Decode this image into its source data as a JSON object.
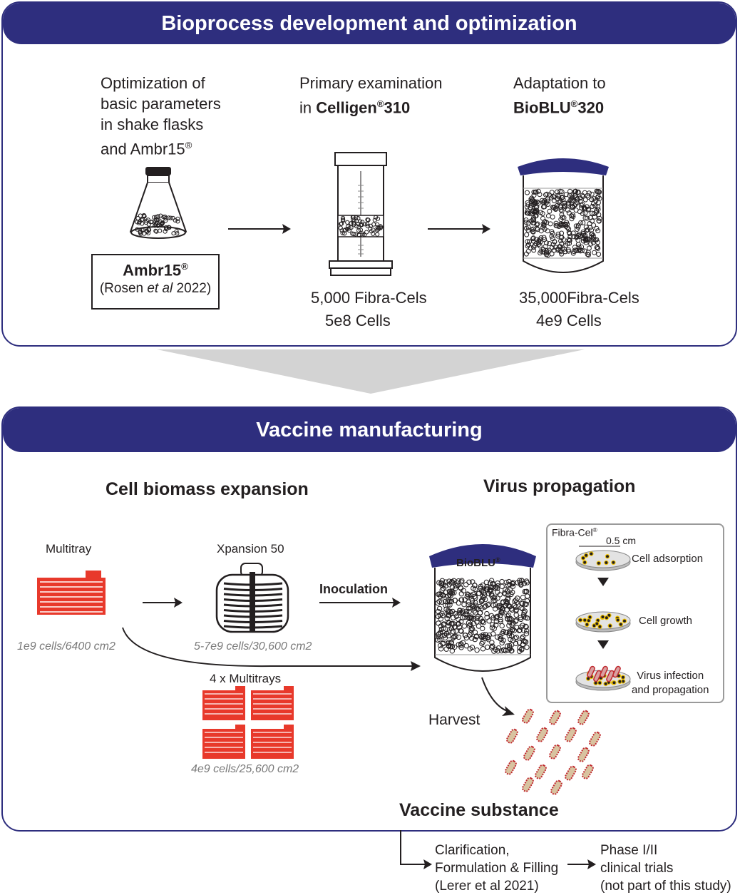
{
  "top": {
    "title": "Bioprocess development and optimization",
    "step1": {
      "line1": "Optimization of",
      "line2": "basic parameters",
      "line3": "in shake flasks",
      "line4": "and Ambr15",
      "reg": "®"
    },
    "ambr_box": {
      "name": "Ambr15",
      "reg": "®",
      "ref_pre": "(Rosen ",
      "ref_italic": "et al",
      "ref_post": " 2022)"
    },
    "step2": {
      "line1": "Primary examination",
      "line2_pre": "in ",
      "line2_bold": "Celligen",
      "reg": "®",
      "line2_num": "310",
      "stat1": "5,000  Fibra-Cels",
      "stat2": "5e8 Cells"
    },
    "step3": {
      "line1": "Adaptation to",
      "line2_bold": "BioBLU",
      "reg": "®",
      "line2_num": "320",
      "stat1": "35,000Fibra-Cels",
      "stat2": "4e9 Cells"
    }
  },
  "bottom": {
    "title": "Vaccine manufacturing",
    "cell_biomass_heading": "Cell biomass expansion",
    "virus_heading": "Virus propagation",
    "multitray_label": "Multitray",
    "multitray_caption": "1e9 cells/6400 cm2",
    "xpansion_label": "Xpansion 50",
    "xpansion_caption": "5-7e9 cells/30,600 cm2",
    "inoculation_label": "Inoculation",
    "multitrays4_label": "4 x Multitrays",
    "multitrays4_caption": "4e9 cells/25,600 cm2",
    "bioblu_label": "BioBLU",
    "bioblu_reg": "®",
    "harvest_label": "Harvest",
    "vaccine_substance": "Vaccine substance",
    "fibracel": {
      "title": "Fibra-Cel",
      "reg": "®",
      "scale": "0.5 cm",
      "stage1": "Cell adsorption",
      "stage2": "Cell growth",
      "stage3_line1": "Virus infection",
      "stage3_line2": "and propagation"
    }
  },
  "downstream": {
    "step1_line1": "Clarification,",
    "step1_line2": "Formulation & Filling",
    "step1_line3": "(Lerer et al  2021)",
    "step2_line1": "Phase I/II",
    "step2_line2": "clinical trials",
    "step2_line3": "(not part of this study)"
  },
  "colors": {
    "banner_navy": "#2e2e7e",
    "multitray_red": "#e8392b",
    "arrow_gray": "#d3d3d3",
    "caption_gray": "#7a7a7a"
  }
}
